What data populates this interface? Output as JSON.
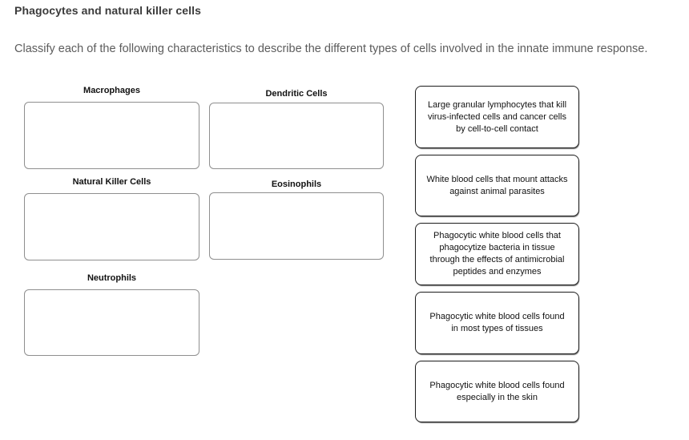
{
  "page": {
    "title": "Phagocytes and natural killer cells",
    "instructions": "Classify each of the following characteristics to describe the different types of cells involved in the innate immune response."
  },
  "drop_zones": [
    {
      "id": "macrophages",
      "label": "Macrophages"
    },
    {
      "id": "dendritic-cells",
      "label": "Dendritic Cells"
    },
    {
      "id": "natural-killer-cells",
      "label": "Natural Killer Cells"
    },
    {
      "id": "eosinophils",
      "label": "Eosinophils"
    },
    {
      "id": "neutrophils",
      "label": "Neutrophils"
    }
  ],
  "cards": [
    {
      "text": "Large granular lymphocytes that kill virus-infected cells and cancer cells by cell-to-cell contact"
    },
    {
      "text": "White blood cells that mount attacks against animal parasites"
    },
    {
      "text": "Phagocytic white blood cells that phagocytize bacteria in tissue through the effects of antimicrobial peptides and enzymes"
    },
    {
      "text": "Phagocytic white blood cells found in most types of tissues"
    },
    {
      "text": "Phagocytic white blood cells found especially in the skin"
    }
  ],
  "colors": {
    "background": "#ffffff",
    "title_text": "#3b3b3b",
    "body_text": "#5c5c5c",
    "zone_border": "#8f8f8f",
    "card_border": "#1c1c1c",
    "card_text": "#111111"
  }
}
